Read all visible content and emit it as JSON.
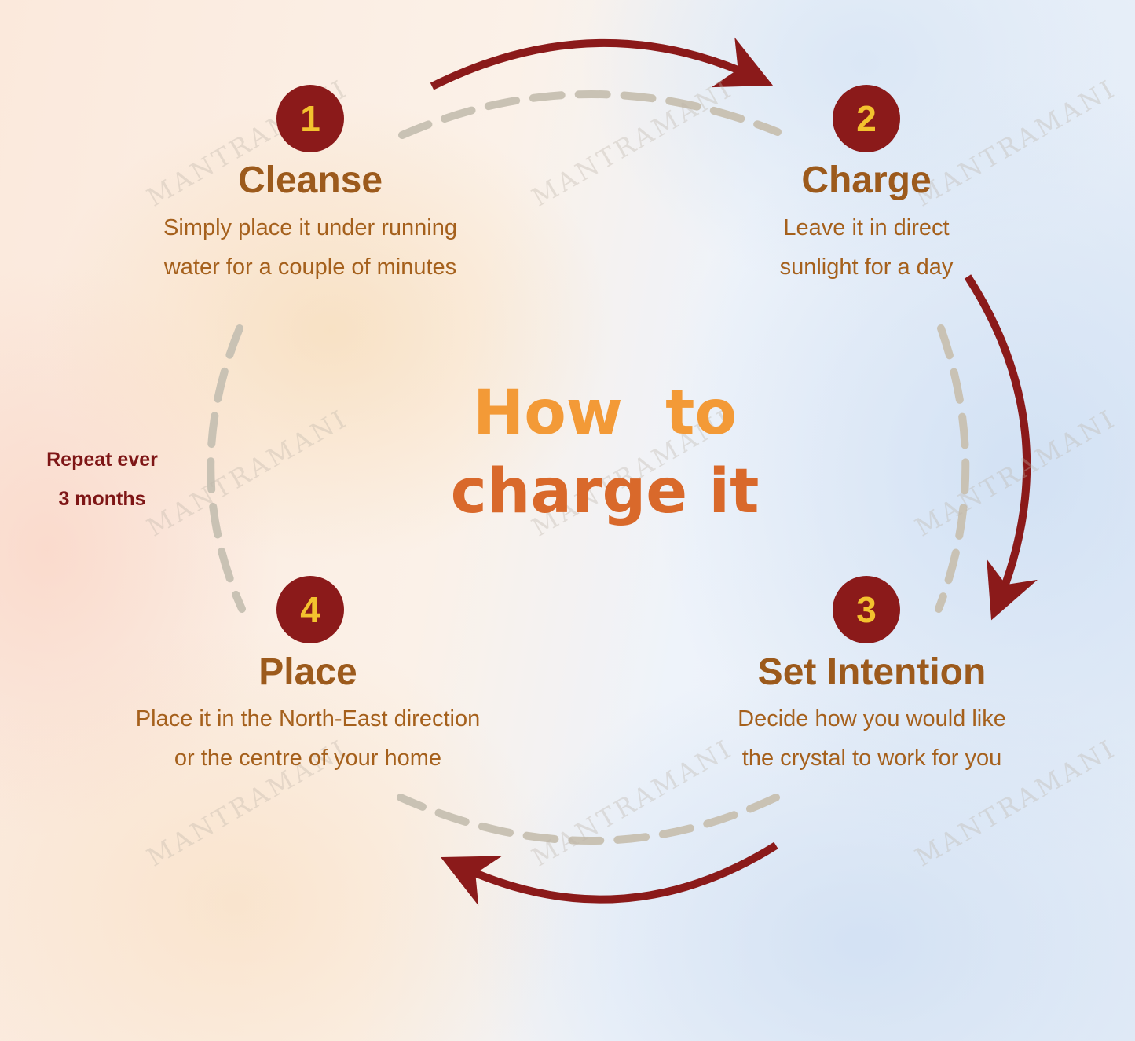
{
  "title": {
    "line1": "How  to",
    "line2": "charge it"
  },
  "repeat_note": {
    "line1": "Repeat ever",
    "line2": "3 months"
  },
  "watermark": "MANTRAMANI",
  "colors": {
    "badge_fill": "#8b1a1a",
    "badge_number": "#f3c22e",
    "step_title": "#9c5a1c",
    "step_text": "#a5601c",
    "arrow": "#8b1a1a",
    "dashed_circle": "#c9c2b4",
    "title_line1": "#f39a37",
    "title_line2": "#d9692b",
    "repeat_text": "#7e1616"
  },
  "steps": [
    {
      "number": "1",
      "title": "Cleanse",
      "desc_line1": "Simply place it under running",
      "desc_line2": "water for a couple of minutes"
    },
    {
      "number": "2",
      "title": "Charge",
      "desc_line1": "Leave it in direct",
      "desc_line2": "sunlight for a day"
    },
    {
      "number": "3",
      "title": "Set Intention",
      "desc_line1": "Decide how you would like",
      "desc_line2": "the crystal to work for you"
    },
    {
      "number": "4",
      "title": "Place",
      "desc_line1": "Place it in the North-East direction",
      "desc_line2": "or the centre of your home"
    }
  ]
}
